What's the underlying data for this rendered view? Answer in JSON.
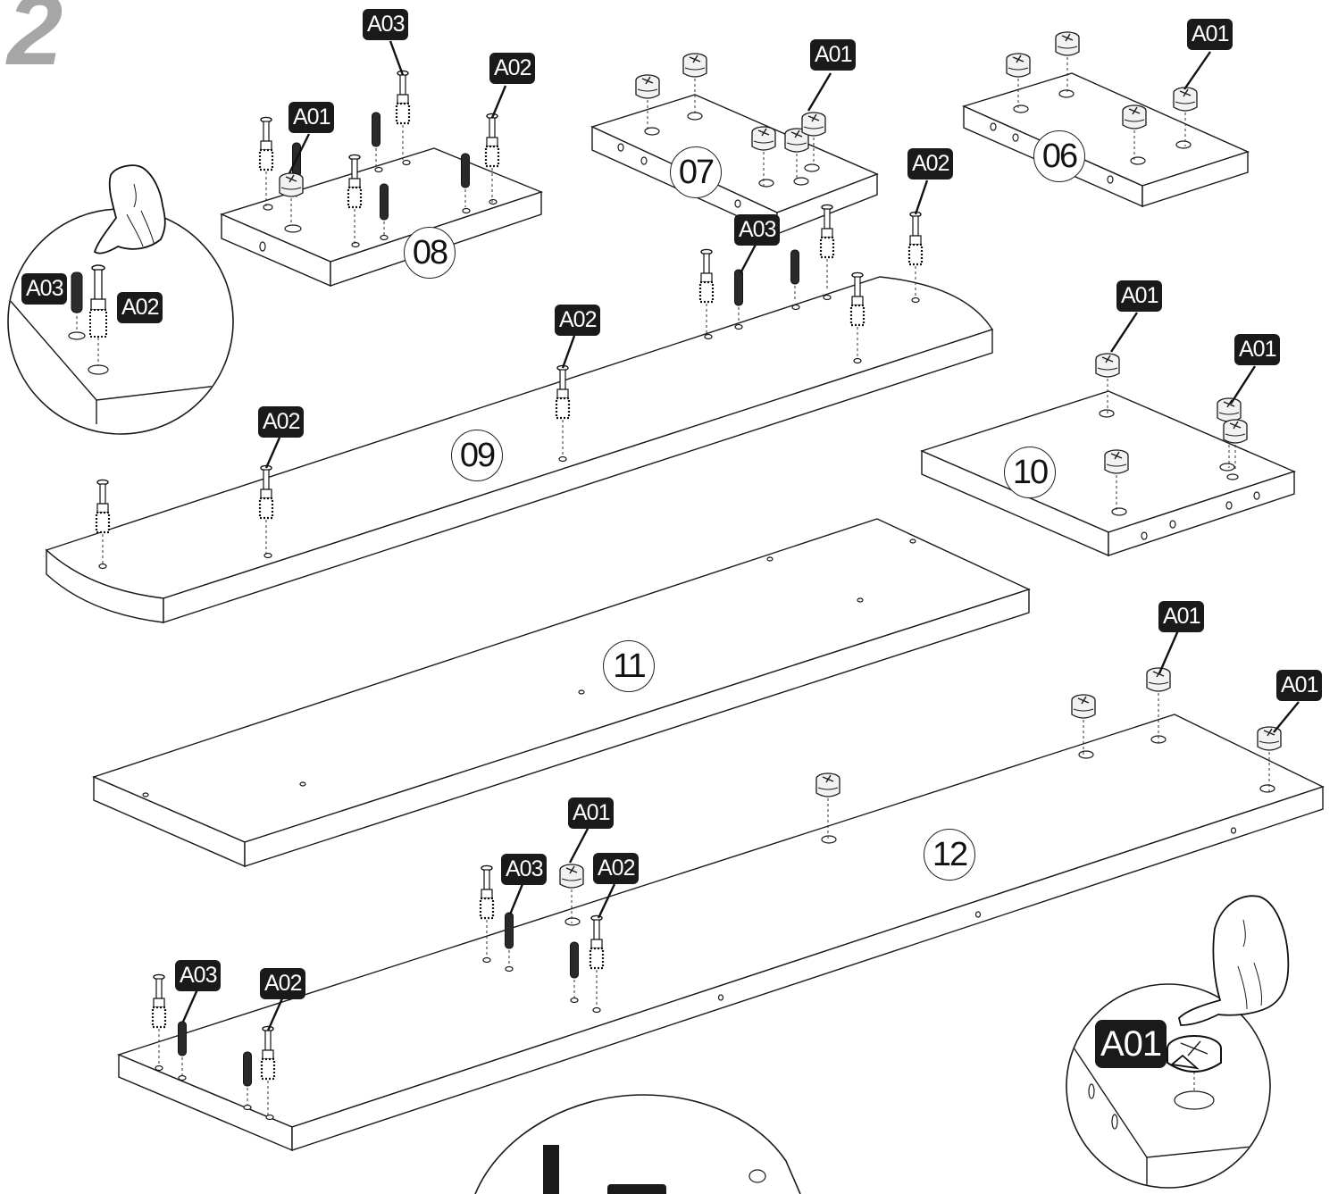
{
  "step": {
    "number": "2"
  },
  "parts": {
    "cam_lock": "A01",
    "cam_bolt": "A02",
    "wood_dowel": "A03"
  },
  "panels": [
    "06",
    "07",
    "08",
    "09",
    "10",
    "11",
    "12"
  ],
  "colors": {
    "step_number": "#a6a6a6",
    "tag_background": "#1a1a1a",
    "tag_text": "#ffffff",
    "line": "#1a1a1a"
  },
  "icons": [
    "hand-pointing-icon",
    "cam-lock-icon",
    "cam-bolt-icon",
    "dowel-icon"
  ]
}
